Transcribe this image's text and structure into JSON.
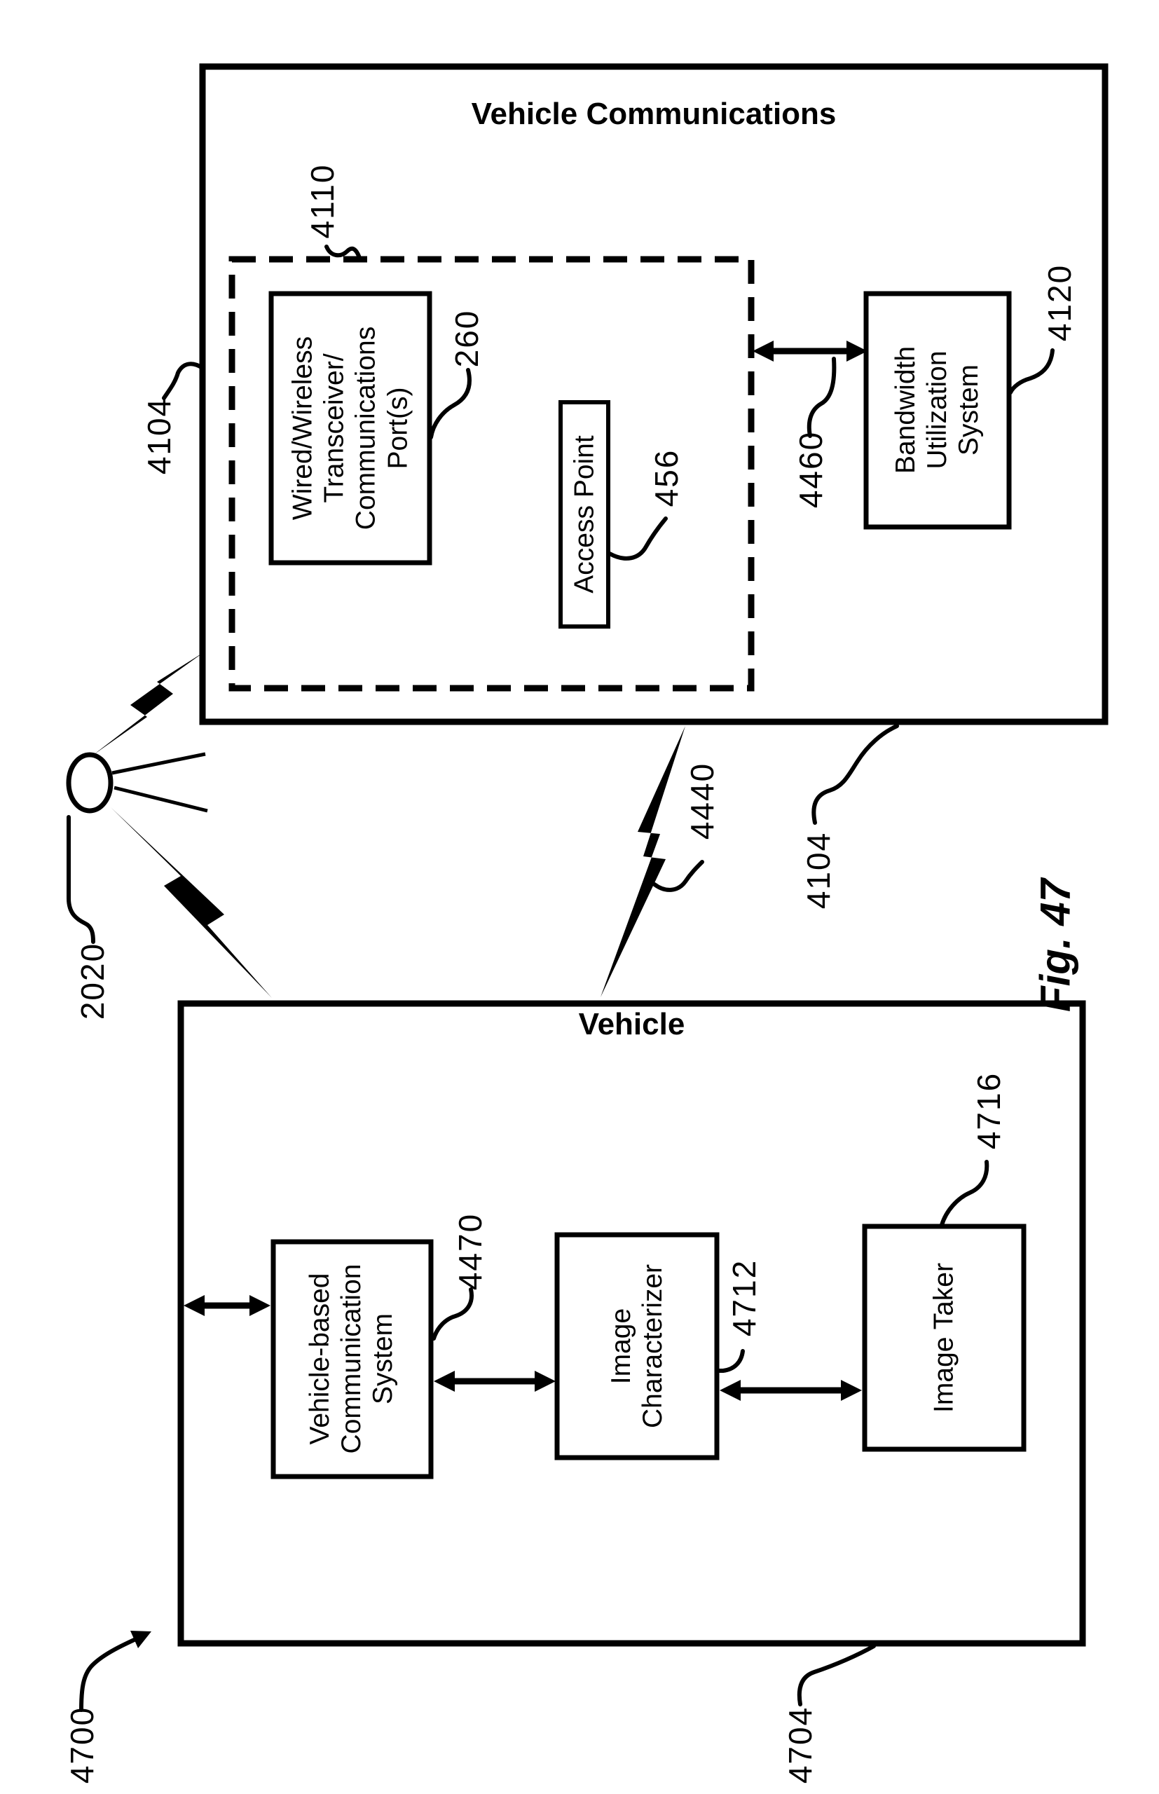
{
  "figure": {
    "caption": "Fig. 47"
  },
  "system_ref": "4700",
  "antenna_ref": "2020",
  "link_ref": "4440",
  "top_box": {
    "title": "Vehicle Communications",
    "ref": "4104",
    "dashed_group": {
      "ref": "4110"
    },
    "transceiver_box": {
      "lines": [
        "Wired/Wireless",
        "Transceiver/",
        "Communications",
        "Port(s)"
      ],
      "ref": "260"
    },
    "access_point_box": {
      "lines": [
        "Access Point"
      ],
      "ref": "456"
    },
    "bandwidth_box": {
      "lines": [
        "Bandwidth",
        "Utilization",
        "System"
      ],
      "ref": "4120"
    },
    "bus_arrow_ref": "4460"
  },
  "vehicle_box": {
    "title": "Vehicle",
    "ref": "4704",
    "comm_box": {
      "lines": [
        "Vehicle-based",
        "Communication",
        "System"
      ],
      "ref": "4470"
    },
    "characterizer_box": {
      "lines": [
        "Image",
        "Characterizer"
      ],
      "ref": "4712"
    },
    "taker_box": {
      "lines": [
        "Image Taker"
      ],
      "ref": "4716"
    }
  },
  "colors": {
    "ink": "#000000",
    "background": "#ffffff"
  }
}
